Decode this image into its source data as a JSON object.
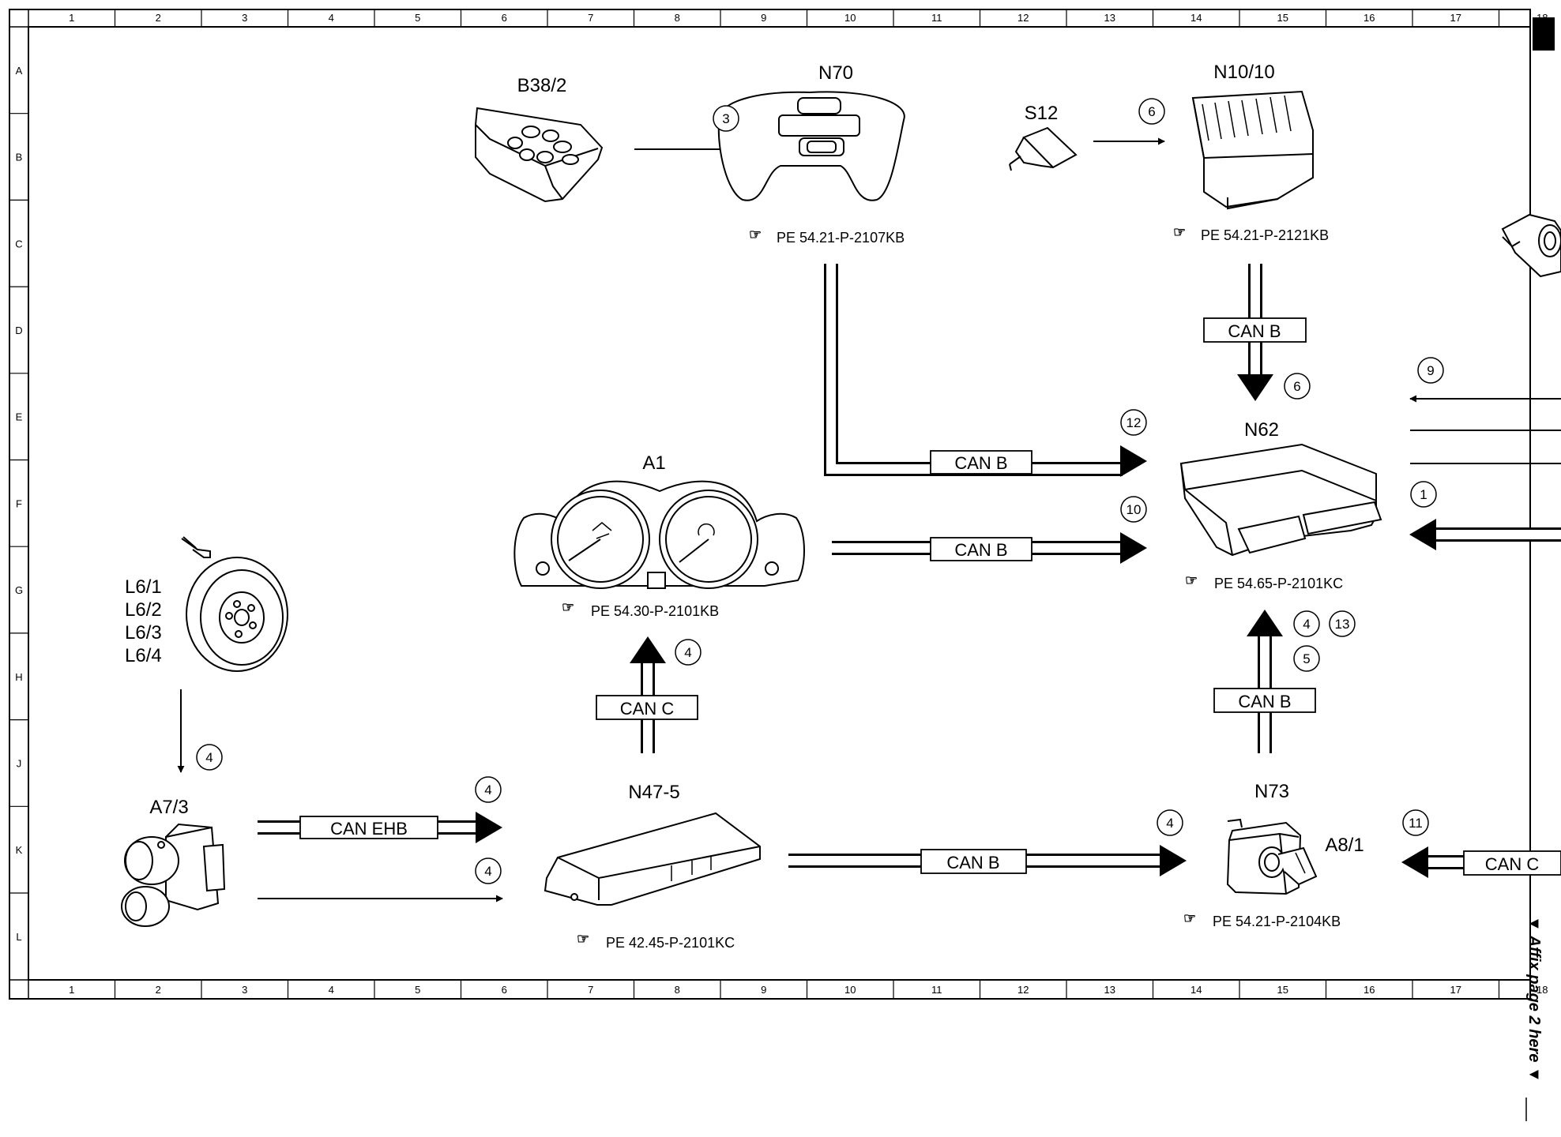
{
  "grid": {
    "columns": [
      "1",
      "2",
      "3",
      "4",
      "5",
      "6",
      "7",
      "8",
      "9",
      "10",
      "11",
      "12",
      "13",
      "14",
      "15",
      "16",
      "17",
      "18"
    ],
    "rows": [
      "A",
      "B",
      "C",
      "D",
      "E",
      "F",
      "G",
      "H",
      "J",
      "K",
      "L"
    ]
  },
  "components": {
    "b38_2": {
      "label": "B38/2"
    },
    "n70": {
      "label": "N70",
      "ref": "PE 54.21-P-2107KB"
    },
    "s12": {
      "label": "S12"
    },
    "n10_10": {
      "label": "N10/10",
      "ref": "PE 54.21-P-2121KB"
    },
    "a1": {
      "label": "A1",
      "ref": "PE 54.30-P-2101KB"
    },
    "n62": {
      "label": "N62",
      "ref": "PE 54.65-P-2101KC"
    },
    "l6": {
      "labels": [
        "L6/1",
        "L6/2",
        "L6/3",
        "L6/4"
      ]
    },
    "a7_3": {
      "label": "A7/3"
    },
    "n47_5": {
      "label": "N47-5",
      "ref": "PE 42.45-P-2101KC"
    },
    "n73": {
      "label": "N73",
      "ref": "PE 54.21-P-2104KB"
    },
    "a8_1": {
      "label": "A8/1"
    }
  },
  "buses": {
    "n70_n62": "CAN B",
    "a1_n62": "CAN B",
    "n10_n62": "CAN B",
    "n47_a1": "CAN C",
    "n73_n62": "CAN B",
    "a7_n47": "CAN EHB",
    "n47_n73": "CAN B",
    "right_n73": "CAN C"
  },
  "markers": {
    "b38_n70": "3",
    "s12_n10": "6",
    "n10_n62": "6",
    "right_e": "9",
    "n70_n62": "12",
    "a1_n62": "10",
    "right_f": "1",
    "n73_n62_a": "4",
    "n73_n62_b": "13",
    "n73_n62_c": "5",
    "n47_a1": "4",
    "l6_a7": "4",
    "a7_n47_a": "4",
    "a7_n47_b": "4",
    "n47_n73": "4",
    "right_n73": "11"
  },
  "side_note": "▼ Affix page 2 here ▼"
}
